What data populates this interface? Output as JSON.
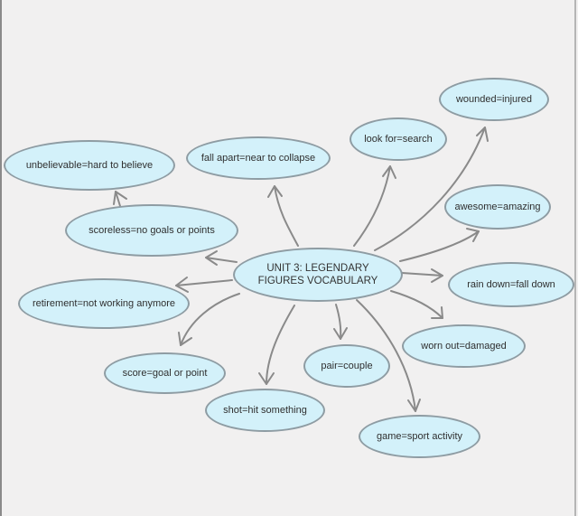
{
  "colors": {
    "background": "#f1f0f0",
    "node_fill": "#d3f1fa",
    "node_border": "#8e9ca3",
    "arrow": "#8a8a8a",
    "text": "#2f2f2f"
  },
  "center": {
    "label": "UNIT 3: LEGENDARY FIGURES VOCABULARY"
  },
  "nodes": [
    {
      "id": "unbelievable",
      "label": "unbelievable=hard to believe"
    },
    {
      "id": "fall-apart",
      "label": "fall apart=near to collapse"
    },
    {
      "id": "look-for",
      "label": "look for=search"
    },
    {
      "id": "wounded",
      "label": "wounded=injured"
    },
    {
      "id": "awesome",
      "label": "awesome=amazing"
    },
    {
      "id": "scoreless",
      "label": "scoreless=no goals or points"
    },
    {
      "id": "rain-down",
      "label": "rain down=fall down"
    },
    {
      "id": "retirement",
      "label": "retirement=not working anymore"
    },
    {
      "id": "worn-out",
      "label": "worn out=damaged"
    },
    {
      "id": "score",
      "label": "score=goal or point"
    },
    {
      "id": "pair",
      "label": "pair=couple"
    },
    {
      "id": "shot",
      "label": "shot=hit something"
    },
    {
      "id": "game",
      "label": "game=sport activity"
    }
  ]
}
